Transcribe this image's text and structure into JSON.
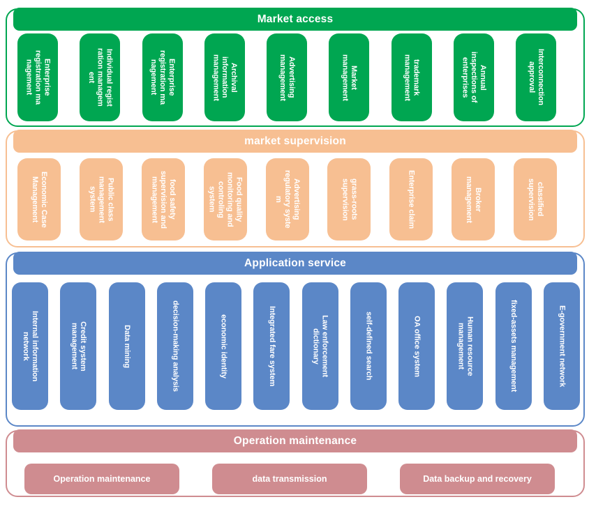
{
  "diagram": {
    "title": "Layered system architecture diagram",
    "sections": [
      {
        "title": "Market access",
        "color": "#00A651",
        "items": [
          "Enterprise\nregistration ma\nnagement",
          "Individual regist\nration managem\nent",
          "Enterprise\nregistration ma\nnagement",
          "Archival\ninformation\nmanagement",
          "Advertising\nmanagement",
          "Market\nmanagement",
          "trademark\nmanagement",
          "Annual\ninspections of\nenterprises",
          "Interconnection\napproval"
        ]
      },
      {
        "title": "market supervision",
        "color": "#F7BF92",
        "items": [
          "Economic Case\nManagement",
          "Public class\nmanagement\nsystem",
          "food safety\nsupervision and\nmanagement",
          "Food quality\nmonitoring and\ncontroling\nsystem",
          "Advertising\nregulatory syste\nm",
          "grass-roots\nsupervision",
          "Enterprise claim",
          "Broker\nmanagement",
          "classified\nsupervision"
        ]
      },
      {
        "title": "Application service",
        "color": "#5B87C7",
        "items": [
          "Internal information\nnetwork",
          "Credit system\nmanagement",
          "Data mining",
          "decision-making analysis",
          "economic identity",
          "Integrated fare system",
          "Law enforcement\ndictionary",
          "self-defined search",
          "OA office system",
          "Human resource\nmanagement",
          "fixed-assets management",
          "E-government network"
        ]
      },
      {
        "title": "Operation maintenance",
        "color": "#CF8C90",
        "items": [
          "Operation maintenance",
          "data transmission",
          "Data backup and recovery"
        ]
      }
    ]
  }
}
